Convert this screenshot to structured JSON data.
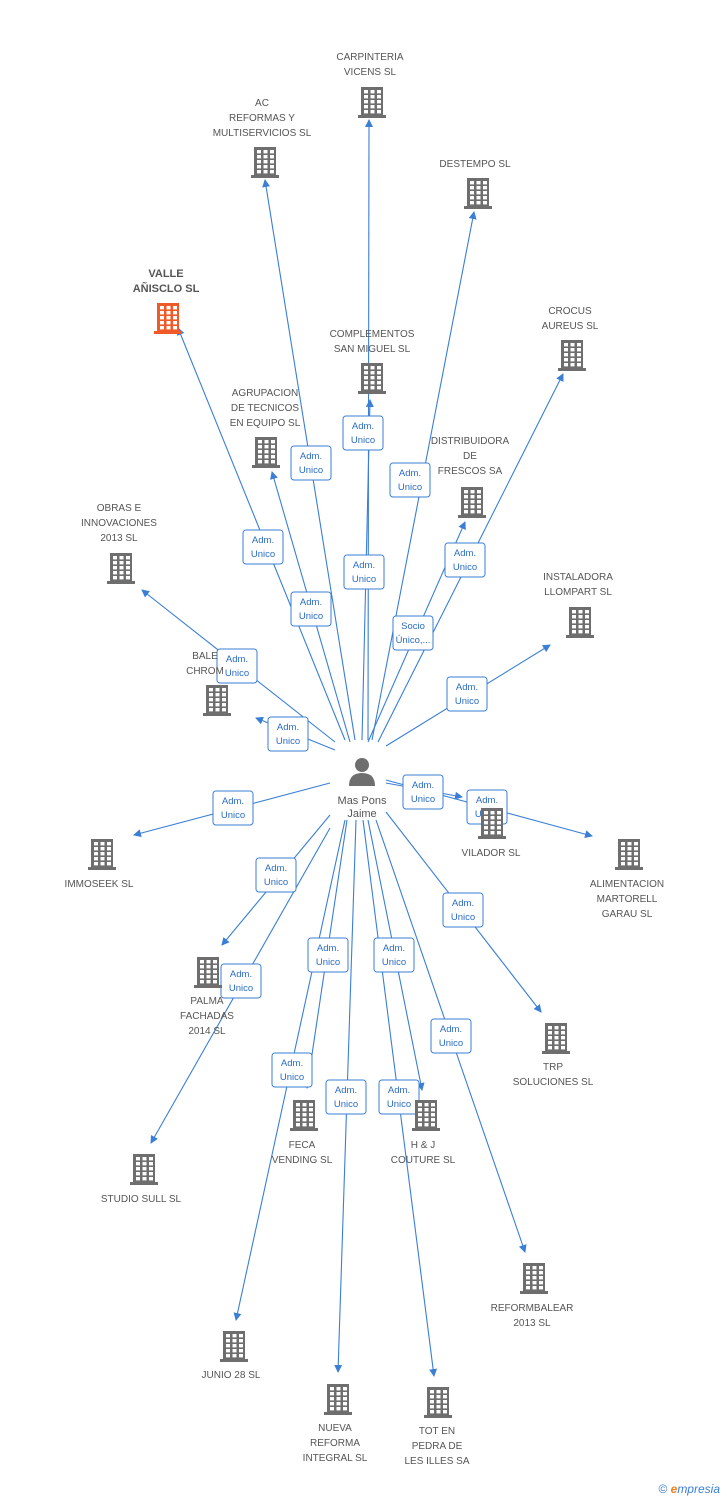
{
  "center": {
    "name_lines": [
      "Mas Pons",
      "Jaime"
    ],
    "icon": "person-icon"
  },
  "colors": {
    "edge": "#3a7fd5",
    "building": "#6e6e6e",
    "building_highlight": "#f05a28"
  },
  "nodes": [
    {
      "id": "carpinteria",
      "lines": [
        "CARPINTERIA",
        "VICENS SL"
      ]
    },
    {
      "id": "ac-reformas",
      "lines": [
        "AC",
        "REFORMAS Y",
        "MULTISERVICIOS SL"
      ]
    },
    {
      "id": "destempo",
      "lines": [
        "DESTEMPO SL"
      ]
    },
    {
      "id": "valle",
      "lines": [
        "VALLE",
        "AÑISCLO SL"
      ],
      "highlight": true
    },
    {
      "id": "complementos",
      "lines": [
        "COMPLEMENTOS",
        "SAN MIGUEL SL"
      ]
    },
    {
      "id": "crocus",
      "lines": [
        "CROCUS",
        "AUREUS SL"
      ]
    },
    {
      "id": "agrupacion",
      "lines": [
        "AGRUPACION",
        "DE TECNICOS",
        "EN EQUIPO SL"
      ]
    },
    {
      "id": "distribuidora",
      "lines": [
        "DISTRIBUIDORA",
        "DE",
        "FRESCOS SA"
      ]
    },
    {
      "id": "obras",
      "lines": [
        "OBRAS E",
        "INNOVACIONES",
        "2013 SL"
      ]
    },
    {
      "id": "instaladora",
      "lines": [
        "INSTALADORA",
        "LLOMPART SL"
      ]
    },
    {
      "id": "balear",
      "lines": [
        "BALE",
        "CHROM"
      ]
    },
    {
      "id": "vilador",
      "lines": [
        "VILADOR SL"
      ]
    },
    {
      "id": "alimentacion",
      "lines": [
        "ALIMENTACION",
        "MARTORELL",
        "GARAU SL"
      ]
    },
    {
      "id": "immoseek",
      "lines": [
        "IMMOSEEK SL"
      ]
    },
    {
      "id": "palma",
      "lines": [
        "PALMA",
        "FACHADAS",
        "2014 SL"
      ]
    },
    {
      "id": "trp",
      "lines": [
        "TRP",
        "SOLUCIONES SL"
      ]
    },
    {
      "id": "studio",
      "lines": [
        "STUDIO SULL SL"
      ]
    },
    {
      "id": "feca",
      "lines": [
        "FECA",
        "VENDING SL"
      ]
    },
    {
      "id": "hj",
      "lines": [
        "H & J",
        "COUTURE SL"
      ]
    },
    {
      "id": "reformbalear",
      "lines": [
        "REFORMBALEAR",
        "2013 SL"
      ]
    },
    {
      "id": "junio",
      "lines": [
        "JUNIO 28 SL"
      ]
    },
    {
      "id": "nueva",
      "lines": [
        "NUEVA",
        "REFORMA",
        "INTEGRAL SL"
      ]
    },
    {
      "id": "tot",
      "lines": [
        "TOT EN",
        "PEDRA DE",
        "LES ILLES SA"
      ]
    }
  ],
  "edges": [
    {
      "to": "carpinteria",
      "label": [
        "Adm.",
        "Unico"
      ]
    },
    {
      "to": "ac-reformas",
      "label": [
        "Adm.",
        "Unico"
      ]
    },
    {
      "to": "destempo",
      "label": [
        "Adm.",
        "Unico"
      ]
    },
    {
      "to": "valle",
      "label": [
        "Adm.",
        "Unico"
      ]
    },
    {
      "to": "complementos",
      "label": [
        "Adm.",
        "Unico"
      ]
    },
    {
      "to": "crocus",
      "label": [
        "Adm.",
        "Unico"
      ]
    },
    {
      "to": "agrupacion",
      "label": [
        "Adm.",
        "Unico"
      ]
    },
    {
      "to": "distribuidora",
      "label": [
        "Socio",
        "Único,..."
      ]
    },
    {
      "to": "obras",
      "label": [
        "Adm.",
        "Unico"
      ]
    },
    {
      "to": "instaladora",
      "label": [
        "Adm.",
        "Unico"
      ]
    },
    {
      "to": "balear",
      "label": [
        "Adm.",
        "Unico"
      ]
    },
    {
      "to": "vilador",
      "label": [
        "Adm.",
        "Unico"
      ]
    },
    {
      "to": "alimentacion",
      "label": [
        "Adm.",
        "Unico"
      ]
    },
    {
      "to": "immoseek",
      "label": [
        "Adm.",
        "Unico"
      ]
    },
    {
      "to": "palma",
      "label": [
        "Adm.",
        "Unico"
      ]
    },
    {
      "to": "trp",
      "label": [
        "Adm.",
        "Unico"
      ]
    },
    {
      "to": "studio",
      "label": [
        "Adm.",
        "Unico"
      ]
    },
    {
      "to": "feca",
      "label": [
        "Adm.",
        "Unico"
      ]
    },
    {
      "to": "hj",
      "label": [
        "Adm.",
        "Unico"
      ]
    },
    {
      "to": "reformbalear",
      "label": [
        "Adm.",
        "Unico"
      ]
    },
    {
      "to": "junio",
      "label": [
        "Adm.",
        "Unico"
      ]
    },
    {
      "to": "nueva",
      "label": [
        "Adm.",
        "Unico"
      ]
    },
    {
      "to": "tot",
      "label": [
        "Adm.",
        "Unico"
      ]
    }
  ],
  "footer": {
    "copyright": "©",
    "brand_initial": "e",
    "brand_rest": "mpresia"
  }
}
